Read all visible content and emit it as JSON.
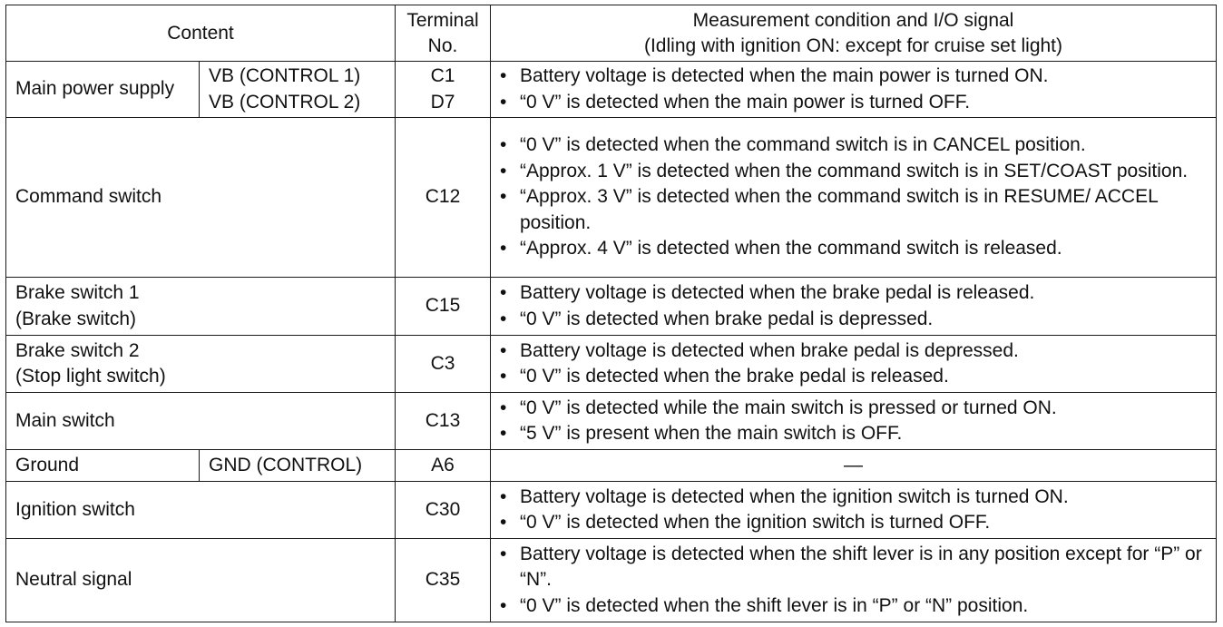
{
  "headers": {
    "content": "Content",
    "terminal_line1": "Terminal",
    "terminal_line2": "No.",
    "measurement_line1": "Measurement condition and I/O signal",
    "measurement_line2": "(Idling with ignition ON: except for cruise set light)"
  },
  "rows": {
    "main_power": {
      "label": "Main power supply",
      "sub1": "VB (CONTROL 1)",
      "sub2": "VB (CONTROL 2)",
      "term1": "C1",
      "term2": "D7",
      "bullets": [
        "Battery voltage is detected when the main power is turned ON.",
        "“0 V” is detected when the main power is turned OFF."
      ]
    },
    "command_switch": {
      "label": "Command switch",
      "term": "C12",
      "bullets": [
        "“0 V” is detected when the command switch is in CANCEL position.",
        "“Approx. 1 V” is detected when the command switch is in SET/COAST position.",
        "“Approx. 3 V” is detected when the command switch is in RESUME/ ACCEL position.",
        "“Approx. 4 V” is detected when the command switch is released."
      ]
    },
    "brake_switch_1": {
      "label1": "Brake switch 1",
      "label2": "(Brake switch)",
      "term": "C15",
      "bullets": [
        "Battery voltage is detected when the brake pedal is released.",
        "“0 V” is detected when brake pedal is depressed."
      ]
    },
    "brake_switch_2": {
      "label1": "Brake switch 2",
      "label2": "(Stop light switch)",
      "term": "C3",
      "bullets": [
        "Battery voltage is detected when brake pedal is depressed.",
        "“0 V” is detected when the brake pedal is released."
      ]
    },
    "main_switch": {
      "label": "Main switch",
      "term": "C13",
      "bullets": [
        "“0 V” is detected while the main switch is pressed or turned ON.",
        "“5 V” is present when the main switch is OFF."
      ]
    },
    "ground": {
      "label": "Ground",
      "sub": "GND (CONTROL)",
      "term": "A6",
      "value": "—"
    },
    "ignition_switch": {
      "label": "Ignition switch",
      "term": "C30",
      "bullets": [
        "Battery voltage is detected when the ignition switch is turned ON.",
        "“0 V” is detected when the ignition switch is turned OFF."
      ]
    },
    "neutral_signal": {
      "label": "Neutral signal",
      "term": "C35",
      "bullets": [
        "Battery voltage is detected when the shift lever is in any position except for “P” or “N”.",
        "“0 V” is detected when the shift lever is in “P” or “N” position."
      ]
    }
  }
}
